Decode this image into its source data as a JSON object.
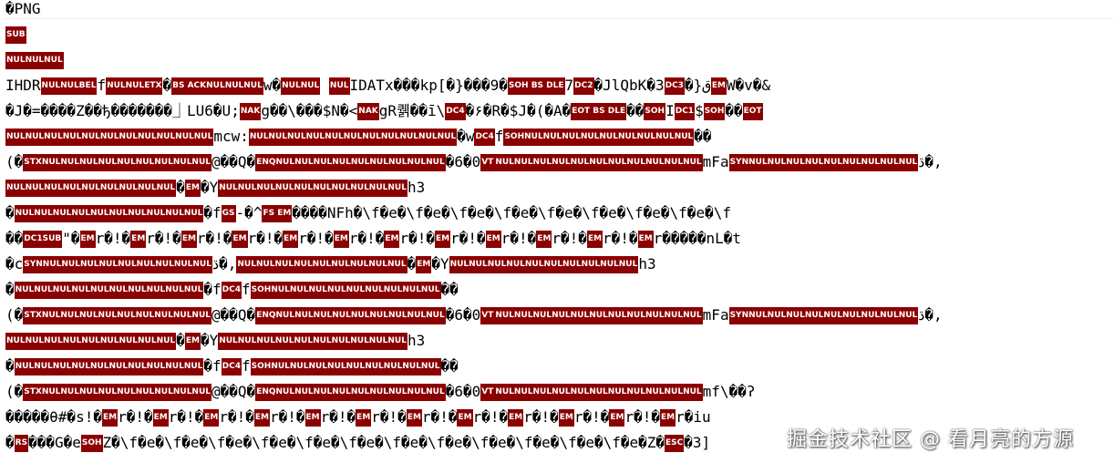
{
  "lines": [
    [
      {
        "t": "text",
        "v": "�PNG"
      }
    ],
    [
      {
        "t": "ctl",
        "v": "SUB"
      }
    ],
    [
      {
        "t": "ctl",
        "v": "NULNULNUL"
      }
    ],
    [
      {
        "t": "text",
        "v": "IHDR"
      },
      {
        "t": "ctl",
        "v": "NULNULBEL"
      },
      {
        "t": "text",
        "v": "f"
      },
      {
        "t": "ctl",
        "v": "NULNULETX"
      },
      {
        "t": "text",
        "v": "�"
      },
      {
        "t": "ctl",
        "v": "BS ACKNULNULNUL"
      },
      {
        "t": "text",
        "v": "w�"
      },
      {
        "t": "ctl",
        "v": "NULNUL"
      },
      {
        "t": "text",
        "v": " "
      },
      {
        "t": "ctl",
        "v": "NUL"
      },
      {
        "t": "text",
        "v": "IDATx���kp[�}���9�"
      },
      {
        "t": "ctl",
        "v": "SOH BS DLE"
      },
      {
        "t": "text",
        "v": "7"
      },
      {
        "t": "ctl",
        "v": "DC2"
      },
      {
        "t": "text",
        "v": "�JlQbK�ق{�"
      },
      {
        "t": "ctl",
        "v": "DC3"
      },
      {
        "t": "text",
        "v": "3"
      },
      {
        "t": "ctl",
        "v": "EM"
      },
      {
        "t": "text",
        "v": "W�v�&"
      }
    ],
    [
      {
        "t": "text",
        "v": "�J�=����Z��ђ�������⏌LU6�U;"
      },
      {
        "t": "ctl",
        "v": "NAK"
      },
      {
        "t": "text",
        "v": "g��\\���$N�<"
      },
      {
        "t": "ctl",
        "v": "NAK"
      },
      {
        "t": "text",
        "v": "gR퀡��ī\\"
      },
      {
        "t": "ctl",
        "v": "DC4"
      },
      {
        "t": "text",
        "v": "�۶�R�$J�(�A�"
      },
      {
        "t": "ctl",
        "v": "EOT BS DLE"
      },
      {
        "t": "text",
        "v": "��"
      },
      {
        "t": "ctl",
        "v": "SOH"
      },
      {
        "t": "text",
        "v": "I"
      },
      {
        "t": "ctl",
        "v": "DC1"
      },
      {
        "t": "text",
        "v": "$"
      },
      {
        "t": "ctl",
        "v": "SOH"
      },
      {
        "t": "text",
        "v": "��"
      },
      {
        "t": "ctl",
        "v": "EOT"
      }
    ],
    [
      {
        "t": "ctl",
        "v": "NULNULNULNULNULNULNULNULNULNULNUL"
      },
      {
        "t": "text",
        "v": "mcw:"
      },
      {
        "t": "ctl",
        "v": "NULNULNULNULNULNULNULNULNULNULNUL"
      },
      {
        "t": "text",
        "v": "�w"
      },
      {
        "t": "ctl",
        "v": "DC4"
      },
      {
        "t": "text",
        "v": "f"
      },
      {
        "t": "ctl",
        "v": "SOHNULNULNULNULNULNULNULNULNUL"
      },
      {
        "t": "text",
        "v": "��"
      }
    ],
    [
      {
        "t": "text",
        "v": "(�"
      },
      {
        "t": "ctl",
        "v": "STXNULNULNULNULNULNULNULNULNUL"
      },
      {
        "t": "text",
        "v": "@��Q�"
      },
      {
        "t": "ctl",
        "v": "ENQNULNULNULNULNULNULNULNULNUL"
      },
      {
        "t": "text",
        "v": "�6�0"
      },
      {
        "t": "ctl",
        "v": "VT"
      },
      {
        "t": "ctl",
        "v": "NULNULNULNULNULNULNULNULNULNULNUL"
      },
      {
        "t": "text",
        "v": "mFa"
      },
      {
        "t": "ctl",
        "v": "SYNNULNULNULNULNULNULNULNULNUL"
      },
      {
        "t": "text",
        "v": "ڌ�,"
      }
    ],
    [
      {
        "t": "ctl",
        "v": "NULNULNULNULNULNULNULNULNUL"
      },
      {
        "t": "text",
        "v": "�"
      },
      {
        "t": "ctl",
        "v": "EM"
      },
      {
        "t": "text",
        "v": "�Y"
      },
      {
        "t": "ctl",
        "v": "NULNULNULNULNULNULNULNULNULNUL"
      },
      {
        "t": "text",
        "v": "h3"
      }
    ],
    [
      {
        "t": "text",
        "v": "�"
      },
      {
        "t": "ctl",
        "v": "NULNULNULNULNULNULNULNULNULNUL"
      },
      {
        "t": "text",
        "v": "�f"
      },
      {
        "t": "ctl",
        "v": "GS"
      },
      {
        "t": "text",
        "v": "-�^"
      },
      {
        "t": "ctl",
        "v": "FS EM"
      },
      {
        "t": "text",
        "v": "����NFh�\\f�e�\\f�e�\\f�e�\\f�e�\\f�e�\\f�e�\\f�e�\\f�e�\\f"
      }
    ],
    [
      {
        "t": "text",
        "v": "��"
      },
      {
        "t": "ctl",
        "v": "DC1SUB"
      },
      {
        "t": "text",
        "v": "\"�"
      },
      {
        "t": "ctl",
        "v": "EM"
      },
      {
        "t": "text",
        "v": "r�!�"
      },
      {
        "t": "ctl",
        "v": "EM"
      },
      {
        "t": "text",
        "v": "r�!�"
      },
      {
        "t": "ctl",
        "v": "EM"
      },
      {
        "t": "text",
        "v": "r�!�"
      },
      {
        "t": "ctl",
        "v": "EM"
      },
      {
        "t": "text",
        "v": "r�!�"
      },
      {
        "t": "ctl",
        "v": "EM"
      },
      {
        "t": "text",
        "v": "r�!�"
      },
      {
        "t": "ctl",
        "v": "EM"
      },
      {
        "t": "text",
        "v": "r�!�"
      },
      {
        "t": "ctl",
        "v": "EM"
      },
      {
        "t": "text",
        "v": "r�!�"
      },
      {
        "t": "ctl",
        "v": "EM"
      },
      {
        "t": "text",
        "v": "r�!�"
      },
      {
        "t": "ctl",
        "v": "EM"
      },
      {
        "t": "text",
        "v": "r�!�"
      },
      {
        "t": "ctl",
        "v": "EM"
      },
      {
        "t": "text",
        "v": "r�!�"
      },
      {
        "t": "ctl",
        "v": "EM"
      },
      {
        "t": "text",
        "v": "r�!�"
      },
      {
        "t": "ctl",
        "v": "EM"
      },
      {
        "t": "text",
        "v": "r�����nL�t"
      }
    ],
    [
      {
        "t": "text",
        "v": "�c"
      },
      {
        "t": "ctl",
        "v": "SYNNULNULNULNULNULNULNULNULNUL"
      },
      {
        "t": "text",
        "v": "ڌ�,"
      },
      {
        "t": "ctl",
        "v": "NULNULNULNULNULNULNULNULNUL"
      },
      {
        "t": "text",
        "v": "�"
      },
      {
        "t": "ctl",
        "v": "EM"
      },
      {
        "t": "text",
        "v": "�Y"
      },
      {
        "t": "ctl",
        "v": "NULNULNULNULNULNULNULNULNULNUL"
      },
      {
        "t": "text",
        "v": "h3"
      }
    ],
    [
      {
        "t": "text",
        "v": "�"
      },
      {
        "t": "ctl",
        "v": "NULNULNULNULNULNULNULNULNULNUL"
      },
      {
        "t": "text",
        "v": "�f"
      },
      {
        "t": "ctl",
        "v": "DC4"
      },
      {
        "t": "text",
        "v": "f"
      },
      {
        "t": "ctl",
        "v": "SOHNULNULNULNULNULNULNULNULNUL"
      },
      {
        "t": "text",
        "v": "��"
      }
    ],
    [
      {
        "t": "text",
        "v": "(�"
      },
      {
        "t": "ctl",
        "v": "STXNULNULNULNULNULNULNULNULNUL"
      },
      {
        "t": "text",
        "v": "@��Q�"
      },
      {
        "t": "ctl",
        "v": "ENQNULNULNULNULNULNULNULNULNUL"
      },
      {
        "t": "text",
        "v": "�6�0"
      },
      {
        "t": "ctl",
        "v": "VT"
      },
      {
        "t": "ctl",
        "v": "NULNULNULNULNULNULNULNULNULNULNUL"
      },
      {
        "t": "text",
        "v": "mFa"
      },
      {
        "t": "ctl",
        "v": "SYNNULNULNULNULNULNULNULNULNUL"
      },
      {
        "t": "text",
        "v": "ڌ�,"
      }
    ],
    [
      {
        "t": "ctl",
        "v": "NULNULNULNULNULNULNULNULNUL"
      },
      {
        "t": "text",
        "v": "�"
      },
      {
        "t": "ctl",
        "v": "EM"
      },
      {
        "t": "text",
        "v": "�Y"
      },
      {
        "t": "ctl",
        "v": "NULNULNULNULNULNULNULNULNULNUL"
      },
      {
        "t": "text",
        "v": "h3"
      }
    ],
    [
      {
        "t": "text",
        "v": "�"
      },
      {
        "t": "ctl",
        "v": "NULNULNULNULNULNULNULNULNULNUL"
      },
      {
        "t": "text",
        "v": "�f"
      },
      {
        "t": "ctl",
        "v": "DC4"
      },
      {
        "t": "text",
        "v": "f"
      },
      {
        "t": "ctl",
        "v": "SOHNULNULNULNULNULNULNULNULNUL"
      },
      {
        "t": "text",
        "v": "��"
      }
    ],
    [
      {
        "t": "text",
        "v": "(�"
      },
      {
        "t": "ctl",
        "v": "STXNULNULNULNULNULNULNULNULNUL"
      },
      {
        "t": "text",
        "v": "@��Q�"
      },
      {
        "t": "ctl",
        "v": "ENQNULNULNULNULNULNULNULNULNUL"
      },
      {
        "t": "text",
        "v": "�6�0"
      },
      {
        "t": "ctl",
        "v": "VT"
      },
      {
        "t": "ctl",
        "v": "NULNULNULNULNULNULNULNULNULNULNUL"
      },
      {
        "t": "text",
        "v": "mf\\��ʔ"
      }
    ],
    [
      {
        "t": "text",
        "v": "�����θ#�s!�"
      },
      {
        "t": "ctl",
        "v": "EM"
      },
      {
        "t": "text",
        "v": "r�!�"
      },
      {
        "t": "ctl",
        "v": "EM"
      },
      {
        "t": "text",
        "v": "r�!�"
      },
      {
        "t": "ctl",
        "v": "EM"
      },
      {
        "t": "text",
        "v": "r�!�"
      },
      {
        "t": "ctl",
        "v": "EM"
      },
      {
        "t": "text",
        "v": "r�!�"
      },
      {
        "t": "ctl",
        "v": "EM"
      },
      {
        "t": "text",
        "v": "r�!�"
      },
      {
        "t": "ctl",
        "v": "EM"
      },
      {
        "t": "text",
        "v": "r�!�"
      },
      {
        "t": "ctl",
        "v": "EM"
      },
      {
        "t": "text",
        "v": "r�!�"
      },
      {
        "t": "ctl",
        "v": "EM"
      },
      {
        "t": "text",
        "v": "r�!�"
      },
      {
        "t": "ctl",
        "v": "EM"
      },
      {
        "t": "text",
        "v": "r�!�"
      },
      {
        "t": "ctl",
        "v": "EM"
      },
      {
        "t": "text",
        "v": "r�!�"
      },
      {
        "t": "ctl",
        "v": "EM"
      },
      {
        "t": "text",
        "v": "r�!�"
      },
      {
        "t": "ctl",
        "v": "EM"
      },
      {
        "t": "text",
        "v": "r�iu"
      }
    ],
    [
      {
        "t": "text",
        "v": "�"
      },
      {
        "t": "ctl",
        "v": "RS"
      },
      {
        "t": "text",
        "v": "���G�e"
      },
      {
        "t": "ctl",
        "v": "SOH"
      },
      {
        "t": "text",
        "v": "Z�\\f�e�\\f�e�\\f�e�\\f�e�\\f�e�\\f�e�\\f�e�\\f�e�\\f�e�\\f�e�\\f�e�\\f�e�Z�"
      },
      {
        "t": "ctl",
        "v": "ESC"
      },
      {
        "t": "text",
        "v": "�3]"
      }
    ]
  ],
  "watermark": "掘金技术社区 @ 看月亮的方源"
}
